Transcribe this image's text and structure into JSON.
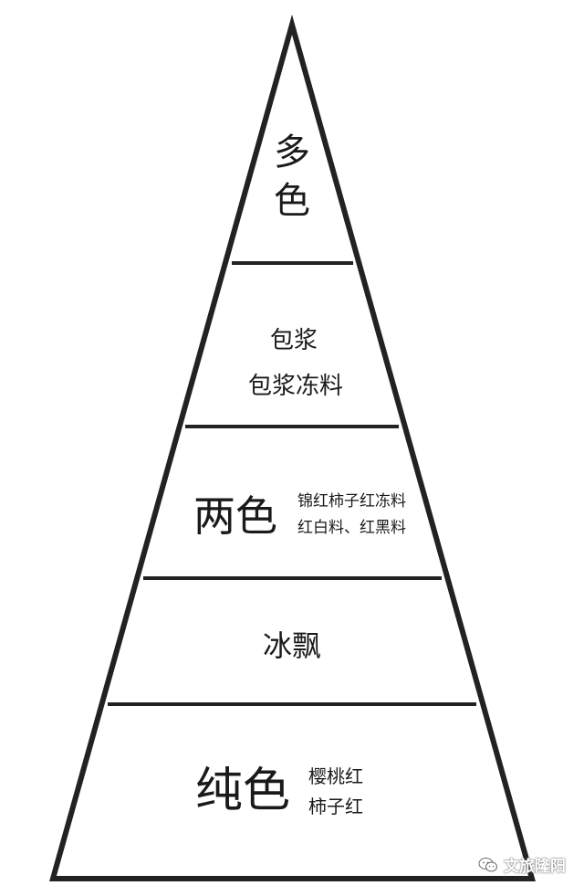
{
  "pyramid": {
    "tier_top": {
      "title_line1": "多",
      "title_line2": "色"
    },
    "tier_2": {
      "line1": "包浆",
      "line2": "包浆冻料"
    },
    "tier_3": {
      "title": "两色",
      "note_line1": "锦红柿子红冻料",
      "note_line2": "红白料、红黑料"
    },
    "tier_4": {
      "title": "冰飘"
    },
    "tier_bottom": {
      "title": "纯色",
      "note_line1": "樱桃红",
      "note_line2": "柿子红"
    }
  },
  "watermark": {
    "text": "文旅隆阳",
    "icon": "wechat-icon"
  }
}
